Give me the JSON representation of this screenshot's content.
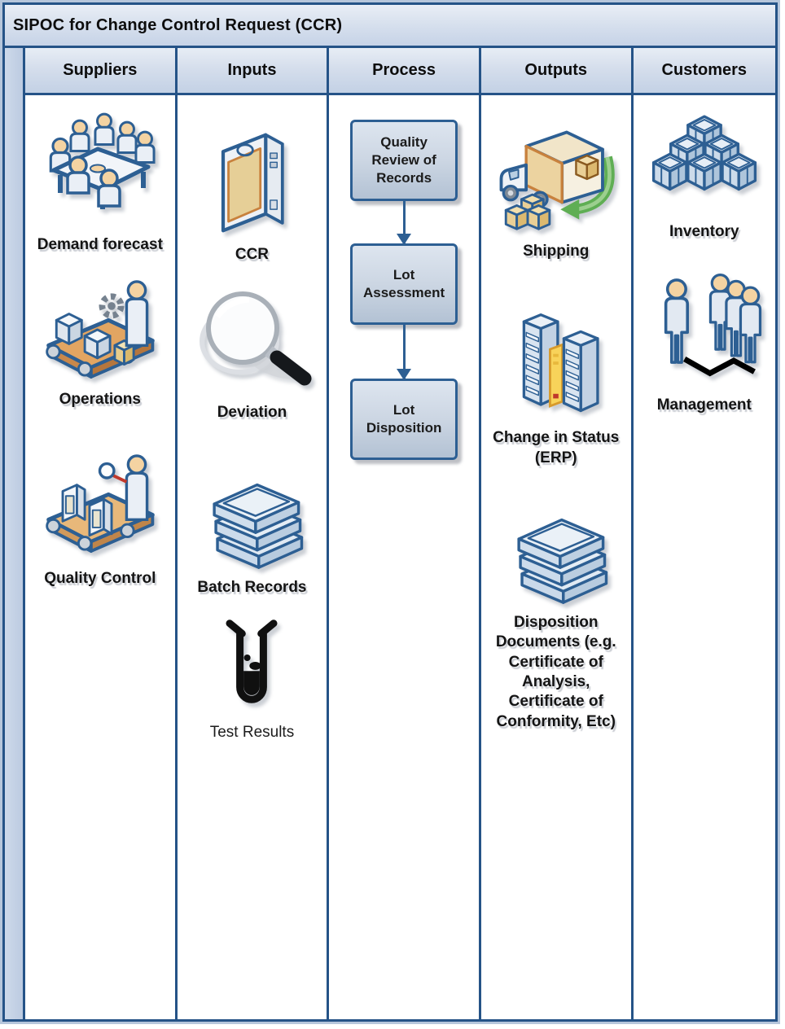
{
  "title": "SIPOC for Change Control Request (CCR)",
  "colors": {
    "border_blue": "#255387",
    "icon_outline_blue": "#2d5f93",
    "header_fill_top": "#e7edf5",
    "header_fill_bottom": "#c3d1e5",
    "process_box_fill": "#c7d2e0",
    "green_arrow": "#5fae54",
    "label_text": "#141414"
  },
  "columns": [
    {
      "header": "Suppliers",
      "items": [
        {
          "icon": "meeting-icon",
          "label": "Demand forecast"
        },
        {
          "icon": "operations-conveyor-icon",
          "label": "Operations"
        },
        {
          "icon": "quality-inspection-conveyor-icon",
          "label": "Quality Control"
        }
      ]
    },
    {
      "header": "Inputs",
      "items": [
        {
          "icon": "ccr-box-icon",
          "label": "CCR"
        },
        {
          "icon": "magnifying-glass-icon",
          "label": "Deviation"
        },
        {
          "icon": "paper-stack-icon",
          "label": "Batch Records"
        },
        {
          "icon": "test-tube-icon",
          "label": "Test Results"
        }
      ]
    },
    {
      "header": "Process",
      "steps": [
        "Quality Review of Records",
        "Lot Assessment",
        "Lot Disposition"
      ]
    },
    {
      "header": "Outputs",
      "items": [
        {
          "icon": "shipping-truck-icon",
          "label": "Shipping"
        },
        {
          "icon": "erp-servers-icon",
          "label": "Change in Status (ERP)"
        },
        {
          "icon": "paper-stack-icon",
          "label": "Disposition Documents (e.g. Certificate of Analysis, Certificate of Conformity, Etc)"
        }
      ]
    },
    {
      "header": "Customers",
      "items": [
        {
          "icon": "inventory-cubes-icon",
          "label": "Inventory"
        },
        {
          "icon": "management-people-icon",
          "label": "Management"
        }
      ]
    }
  ]
}
